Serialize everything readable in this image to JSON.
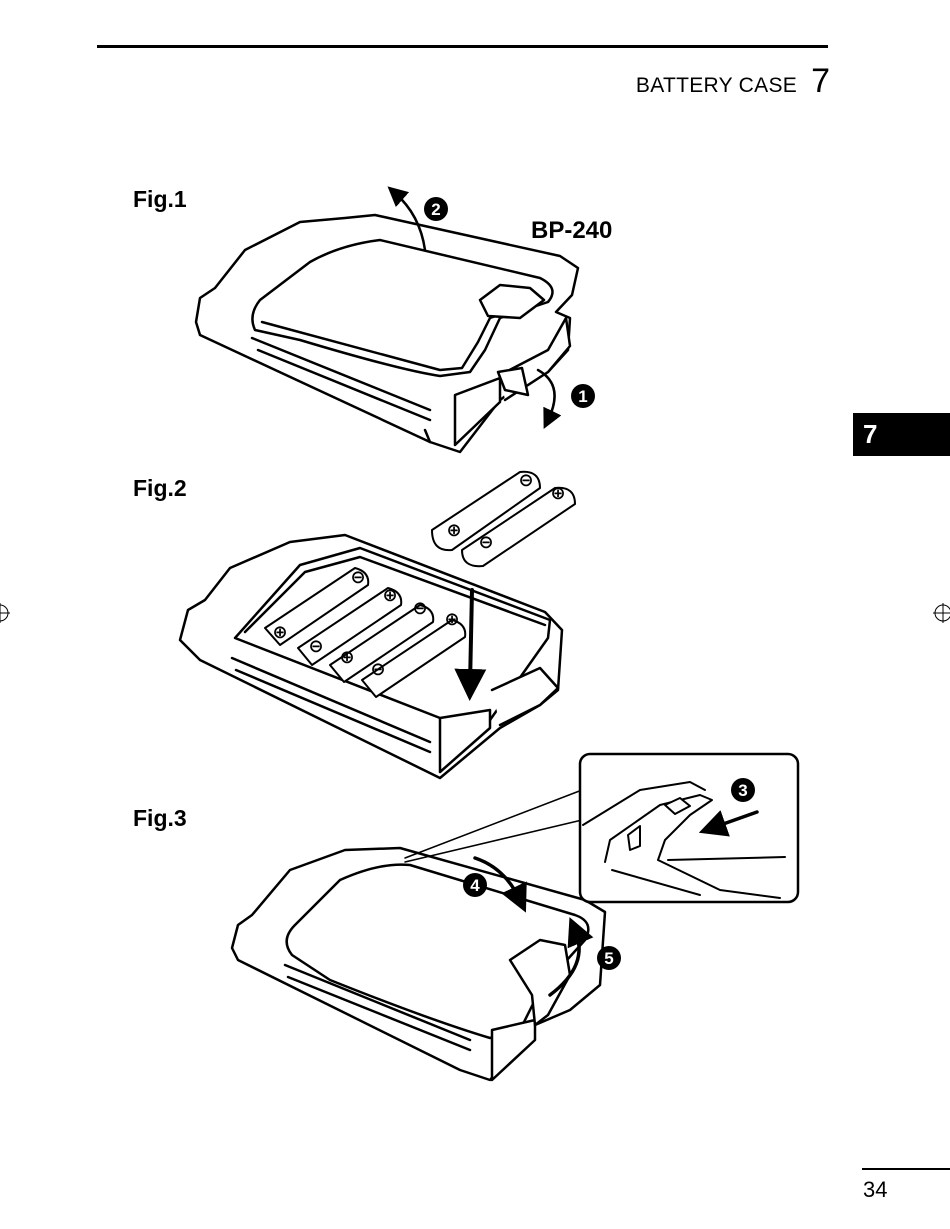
{
  "header": {
    "section_title": "BATTERY CASE",
    "chapter_number": "7"
  },
  "side_tab": {
    "label": "7"
  },
  "figures": [
    {
      "label": "Fig.1",
      "model_label": "BP-240",
      "steps": [
        "❶",
        "❷"
      ]
    },
    {
      "label": "Fig.2",
      "cell_signs": [
        "⊖",
        "⊕"
      ]
    },
    {
      "label": "Fig.3",
      "steps": [
        "❸",
        "❹",
        "❺"
      ]
    }
  ],
  "footer": {
    "page_number": "34"
  }
}
